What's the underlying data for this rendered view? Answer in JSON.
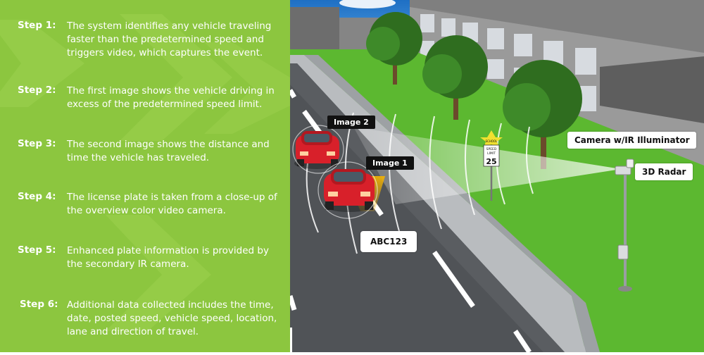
{
  "steps": [
    {
      "label": "Step 1:",
      "text": "The system identifies any vehicle traveling faster than the predetermined speed and triggers video, which captures the event."
    },
    {
      "label": "Step 2:",
      "text": "The first image shows the vehicle driving in excess of the predetermined speed limit."
    },
    {
      "label": "Step 3:",
      "text": "The second image shows the distance and time the vehicle has traveled."
    },
    {
      "label": "Step 4:",
      "text": "The license plate is taken from a close-up of the overview color video camera."
    },
    {
      "label": "Step 5:",
      "text": "Enhanced plate information is provided by the secondary IR camera."
    },
    {
      "label": "Step 6:",
      "text": "Additional data collected includes the time, date, posted speed, vehicle speed, location, lane and direction of travel."
    }
  ],
  "labels": {
    "image2": "Image 2",
    "image1": "Image 1",
    "camera": "Camera w/IR Illuminator",
    "radar": "3D Radar",
    "plate": "ABC123"
  },
  "sign": {
    "school": "SCHOOL",
    "speed": "SPEED",
    "limit": "LIMIT",
    "value": "25"
  },
  "colors": {
    "panel_green": "#8cc63f",
    "car_red": "#d8202a",
    "grass": "#5cb830",
    "road": "#505357"
  }
}
